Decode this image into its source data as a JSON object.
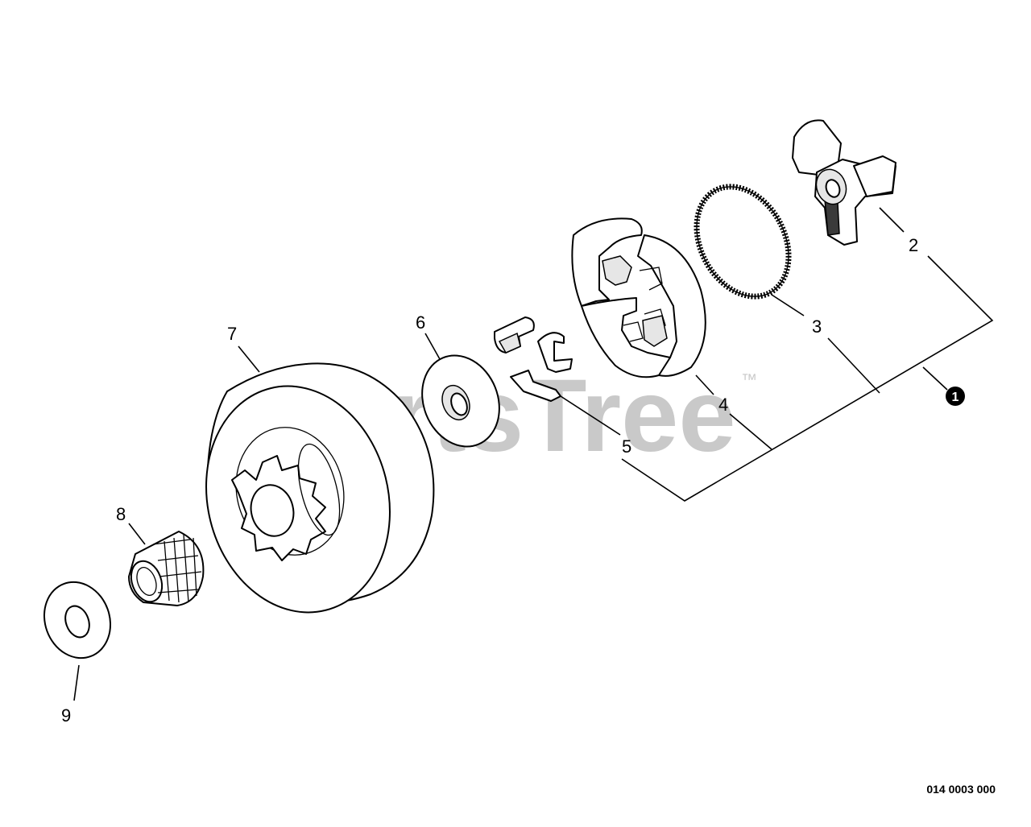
{
  "watermark": {
    "text": "PartsTree",
    "trademark": "™"
  },
  "callouts": [
    "2",
    "3",
    "4",
    "5",
    "6",
    "7",
    "8",
    "9"
  ],
  "assembly_badge": "1",
  "drawing_number": "014 0003 000"
}
